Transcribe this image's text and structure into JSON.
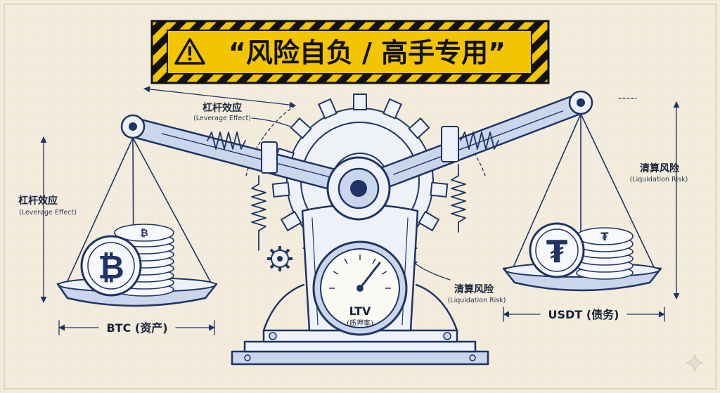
{
  "banner": {
    "warning_glyph": "⚠",
    "text": "“风险自负 / 高手专用”"
  },
  "annotations": {
    "top_leverage_main": "杠杆效应",
    "top_leverage_sub": "(Leverage Effect)",
    "left_leverage_main": "杠杆效应",
    "left_leverage_sub": "(Leverage Effect)",
    "right_liquidation_main": "清算风险",
    "right_liquidation_sub": "(Liquidation Risk)",
    "mid_liquidation_main": "清算风险",
    "mid_liquidation_sub": "(Liquidation Risk)"
  },
  "pans": {
    "left_label": "BTC (资产)",
    "right_label": "USDT (债务)"
  },
  "gauge": {
    "label": "LTV",
    "sub_label": "(质押率)"
  },
  "icons": [
    "warning-icon",
    "bitcoin-coin-icon",
    "tether-coin-icon",
    "gear-icon",
    "spring-icon",
    "sparkle-icon"
  ],
  "colors": {
    "paper": "#f3ecdc",
    "ink": "#1e3466",
    "hazard_yellow": "#f2c500",
    "hazard_black": "#111111"
  }
}
